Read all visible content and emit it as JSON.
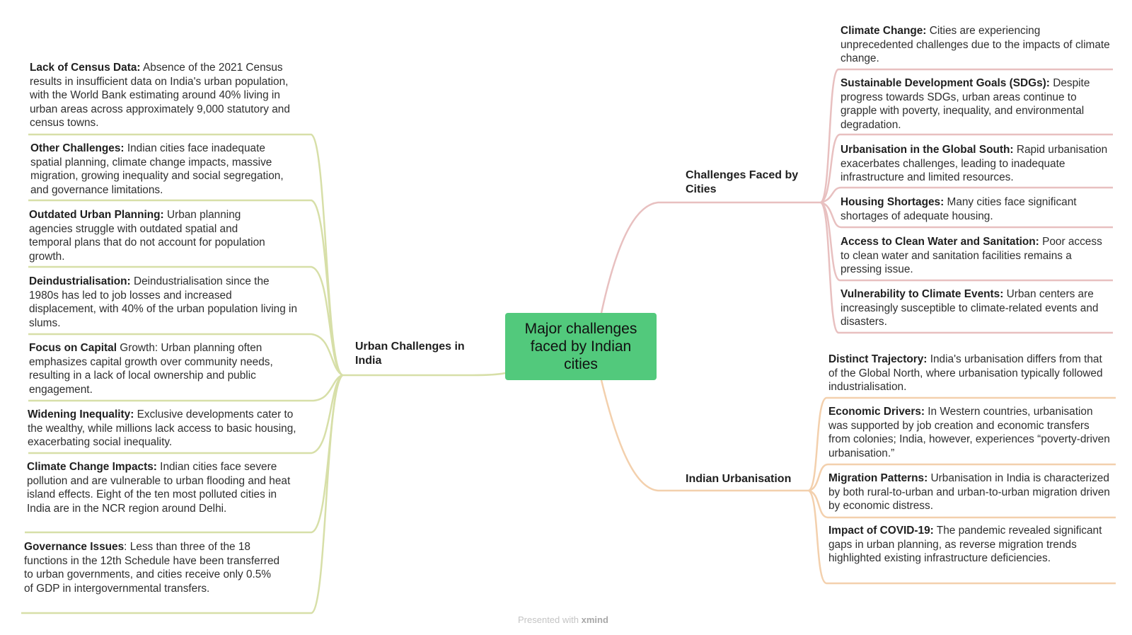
{
  "central_topic": "Major challenges faced by Indian cities",
  "left_branch": {
    "label": "Urban Challenges in India",
    "items": [
      {
        "title": "Lack of Census Data:",
        "text": " Absence of the 2021 Census results in insufficient data on India's urban population, with the World Bank estimating around 40% living in urban areas across approximately 9,000 statutory and census towns."
      },
      {
        "title": "Other Challenges:",
        "text": " Indian cities face inadequate spatial planning, climate change impacts, massive migration, growing inequality and social segregation, and governance limitations."
      },
      {
        "title": "Outdated Urban Planning:",
        "text": " Urban planning agencies struggle with outdated spatial and temporal plans that do not account for population growth."
      },
      {
        "title": "Deindustrialisation:",
        "text": " Deindustrialisation since the 1980s has led to job losses and increased displacement, with 40% of the urban population living in slums."
      },
      {
        "title": "Focus on Capital",
        "text": " Growth: Urban planning often emphasizes capital growth over community needs, resulting in a lack of local ownership and public engagement."
      },
      {
        "title": "Widening Inequality:",
        "text": " Exclusive developments cater to the wealthy, while millions lack access to basic housing, exacerbating social inequality."
      },
      {
        "title": "Climate Change Impacts:",
        "text": " Indian cities face severe pollution and are vulnerable to urban flooding and heat island effects. Eight of the ten most polluted cities in India are in the NCR region around Delhi."
      },
      {
        "title": "Governance Issues",
        "text": ": Less than three of the 18 functions in the 12th Schedule have been transferred to urban governments, and cities receive only 0.5% of GDP in intergovernmental transfers."
      }
    ]
  },
  "right_top_branch": {
    "label": "Challenges Faced by Cities",
    "items": [
      {
        "title": "Climate Change:",
        "text": " Cities are experiencing unprecedented challenges due to the impacts of climate change."
      },
      {
        "title": "Sustainable Development Goals (SDGs):",
        "text": " Despite progress towards SDGs, urban areas continue to grapple with poverty, inequality, and environmental degradation."
      },
      {
        "title": "Urbanisation in the Global South:",
        "text": " Rapid urbanisation exacerbates challenges, leading to inadequate infrastructure and limited resources."
      },
      {
        "title": "Housing Shortages:",
        "text": " Many cities face significant shortages of adequate housing."
      },
      {
        "title": "Access to Clean Water and Sanitation:",
        "text": " Poor access to clean water and sanitation facilities remains a pressing issue."
      },
      {
        "title": "Vulnerability to Climate Events:",
        "text": " Urban centers are increasingly susceptible to climate-related events and disasters."
      }
    ]
  },
  "right_bottom_branch": {
    "label": "Indian Urbanisation",
    "items": [
      {
        "title": "Distinct Trajectory:",
        "text": " India's urbanisation differs from that of the Global North, where urbanisation typically followed industrialisation."
      },
      {
        "title": "Economic Drivers:",
        "text": " In Western countries, urbanisation was supported by job creation and economic transfers from colonies; India, however, experiences “poverty-driven urbanisation.”"
      },
      {
        "title": "Migration Patterns:",
        "text": " Urbanisation in India is characterized by both rural-to-urban and urban-to-urban migration driven by economic distress."
      },
      {
        "title": "Impact of COVID-19:",
        "text": " The pandemic revealed significant gaps in urban planning, as reverse migration trends highlighted existing infrastructure deficiencies."
      }
    ]
  },
  "footer": {
    "prefix": "Presented with ",
    "brand": "xmind"
  },
  "colors": {
    "central_fill": "#52c97c",
    "left_line": "#d7dfa8",
    "top_right_line": "#e8c0c0",
    "bottom_right_line": "#f3d0ad"
  }
}
